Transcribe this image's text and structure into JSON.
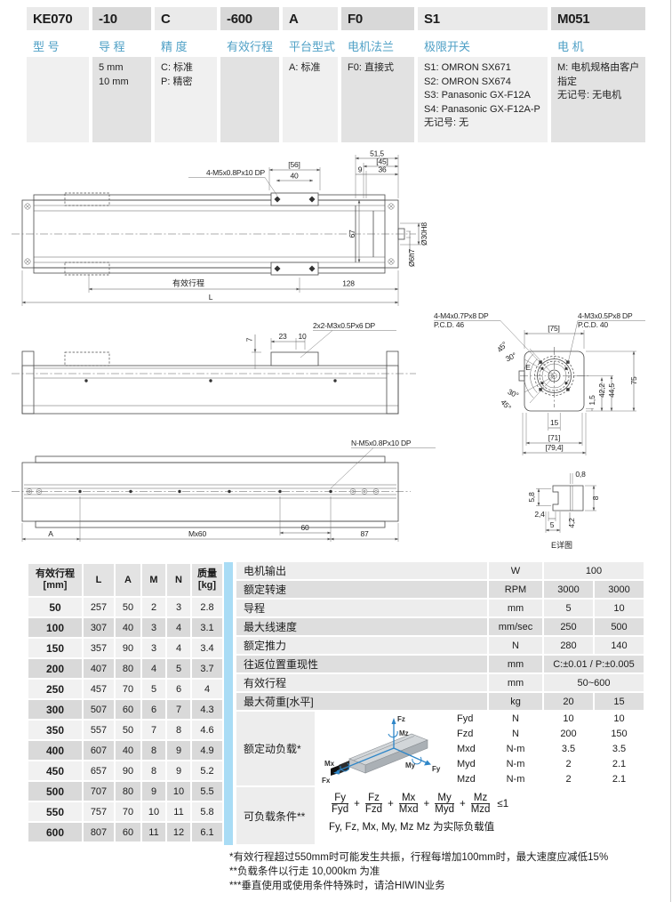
{
  "colors": {
    "accent_blue": "#4FA0C6",
    "bar_blue": "#A9DCF5",
    "axis_arrow_blue": "#2E86C8"
  },
  "model_table": {
    "columns": [
      {
        "code": "KE070",
        "label": "型 号",
        "details": []
      },
      {
        "code": "-10",
        "label": "导 程",
        "details": [
          "5 mm",
          "10 mm"
        ]
      },
      {
        "code": "C",
        "label": "精 度",
        "details": [
          "C: 标准",
          "P: 精密"
        ]
      },
      {
        "code": "-600",
        "label": "有效行程",
        "details": []
      },
      {
        "code": "A",
        "label": "平台型式",
        "details": [
          "A: 标准"
        ]
      },
      {
        "code": "F0",
        "label": "电机法兰",
        "details": [
          "F0: 直接式"
        ]
      },
      {
        "code": "S1",
        "label": "极限开关",
        "details": [
          "S1: OMRON SX671",
          "S2: OMRON SX674",
          "S3: Panasonic GX-F12A",
          "S4: Panasonic GX-F12A-P",
          "无记号: 无"
        ]
      },
      {
        "code": "M051",
        "label": "电 机",
        "details": [
          "M: 电机规格由客户指定",
          "无记号: 无电机"
        ]
      }
    ]
  },
  "drawings": {
    "top_view": {
      "callout": "4-M5x0.8Px10 DP",
      "d56": "[56]",
      "d40": "40",
      "d515": "51,5",
      "d45": "[45]",
      "d9": "9",
      "d36": "36",
      "d67": "67",
      "d30": "Ø30H8",
      "d6": "Ø6h7",
      "stroke_label": "有效行程",
      "d128": "128",
      "dL": "L"
    },
    "side_view": {
      "callout": "2x2-M3x0.5Px6 DP",
      "d7": "7",
      "d23": "23",
      "d10": "10"
    },
    "end_view": {
      "callout_left1": "4-M4x0.7Px8 DP",
      "callout_left2": "P.C.D. 46",
      "callout_right1": "4-M3x0.5Px8 DP",
      "callout_right2": "P.C.D. 40",
      "d75top": "[75]",
      "a45u": "45°",
      "a30u": "30°",
      "a30l": "30°",
      "a45l": "45°",
      "eMark": "E",
      "d15r": "1,5",
      "d422": "42,2",
      "d445": "44,5",
      "d75r": "75",
      "d15b": "15",
      "d71": "[71]",
      "d794": "[79,4]"
    },
    "bottom_view": {
      "callout": "N-M5x0.8Px10 DP",
      "dA": "A",
      "dMx60": "Mx60",
      "d60": "60",
      "d87": "87"
    },
    "e_detail": {
      "d08": "0,8",
      "d58": "5,8",
      "d8": "8",
      "d24": "2,4",
      "d5": "5",
      "d42": "4,2",
      "label": "E详图"
    }
  },
  "stroke_table": {
    "header": {
      "col1a": "有效行程",
      "col1b": "[mm]",
      "col2": "L",
      "col3": "A",
      "col4": "M",
      "col5": "N",
      "col6a": "质量",
      "col6b": "[kg]"
    },
    "rows": [
      [
        "50",
        "257",
        "50",
        "2",
        "3",
        "2.8"
      ],
      [
        "100",
        "307",
        "40",
        "3",
        "4",
        "3.1"
      ],
      [
        "150",
        "357",
        "90",
        "3",
        "4",
        "3.4"
      ],
      [
        "200",
        "407",
        "80",
        "4",
        "5",
        "3.7"
      ],
      [
        "250",
        "457",
        "70",
        "5",
        "6",
        "4"
      ],
      [
        "300",
        "507",
        "60",
        "6",
        "7",
        "4.3"
      ],
      [
        "350",
        "557",
        "50",
        "7",
        "8",
        "4.6"
      ],
      [
        "400",
        "607",
        "40",
        "8",
        "9",
        "4.9"
      ],
      [
        "450",
        "657",
        "90",
        "8",
        "9",
        "5.2"
      ],
      [
        "500",
        "707",
        "80",
        "9",
        "10",
        "5.5"
      ],
      [
        "550",
        "757",
        "70",
        "10",
        "11",
        "5.8"
      ],
      [
        "600",
        "807",
        "60",
        "11",
        "12",
        "6.1"
      ]
    ]
  },
  "spec_table": {
    "rows": [
      {
        "label": "电机输出",
        "unit": "W",
        "v1": "100"
      },
      {
        "label": "额定转速",
        "unit": "RPM",
        "v1": "3000",
        "v2": "3000"
      },
      {
        "label": "导程",
        "unit": "mm",
        "v1": "5",
        "v2": "10"
      },
      {
        "label": "最大线速度",
        "unit": "mm/sec",
        "v1": "250",
        "v2": "500"
      },
      {
        "label": "额定推力",
        "unit": "N",
        "v1": "280",
        "v2": "140"
      },
      {
        "label": "往返位置重现性",
        "unit": "mm",
        "v1": "C:±0.01 / P:±0.005"
      },
      {
        "label": "有效行程",
        "unit": "mm",
        "v1": "50~600"
      },
      {
        "label": "最大荷重[水平]",
        "unit": "kg",
        "v1": "20",
        "v2": "15"
      }
    ],
    "dynamic_load": {
      "label": "额定动负载*",
      "axes": {
        "fz": "Fz",
        "mz": "Mz",
        "mx": "Mx",
        "fx": "Fx",
        "my": "My",
        "fy": "Fy"
      },
      "rows": [
        {
          "name": "Fyd",
          "unit": "N",
          "v1": "10",
          "v2": "10"
        },
        {
          "name": "Fzd",
          "unit": "N",
          "v1": "200",
          "v2": "150"
        },
        {
          "name": "Mxd",
          "unit": "N-m",
          "v1": "3.5",
          "v2": "3.5"
        },
        {
          "name": "Myd",
          "unit": "N-m",
          "v1": "2",
          "v2": "2.1"
        },
        {
          "name": "Mzd",
          "unit": "N-m",
          "v1": "2",
          "v2": "2.1"
        }
      ]
    },
    "load_condition": {
      "label": "可负载条件**",
      "terms": [
        {
          "num": "Fy",
          "den": "Fyd"
        },
        {
          "num": "Fz",
          "den": "Fzd"
        },
        {
          "num": "Mx",
          "den": "Mxd"
        },
        {
          "num": "My",
          "den": "Myd"
        },
        {
          "num": "Mz",
          "den": "Mzd"
        }
      ],
      "plus": "+",
      "le": "≤1",
      "note": "Fy, Fz, Mx, My, Mz Mz 为实际负载值"
    }
  },
  "footnotes": [
    "*有效行程超过550mm时可能发生共振，行程每增加100mm时，最大速度应减低15%",
    "**负载条件以行走 10,000km 为准",
    "***垂直使用或使用条件特殊时，请洽HIWIN业务"
  ]
}
